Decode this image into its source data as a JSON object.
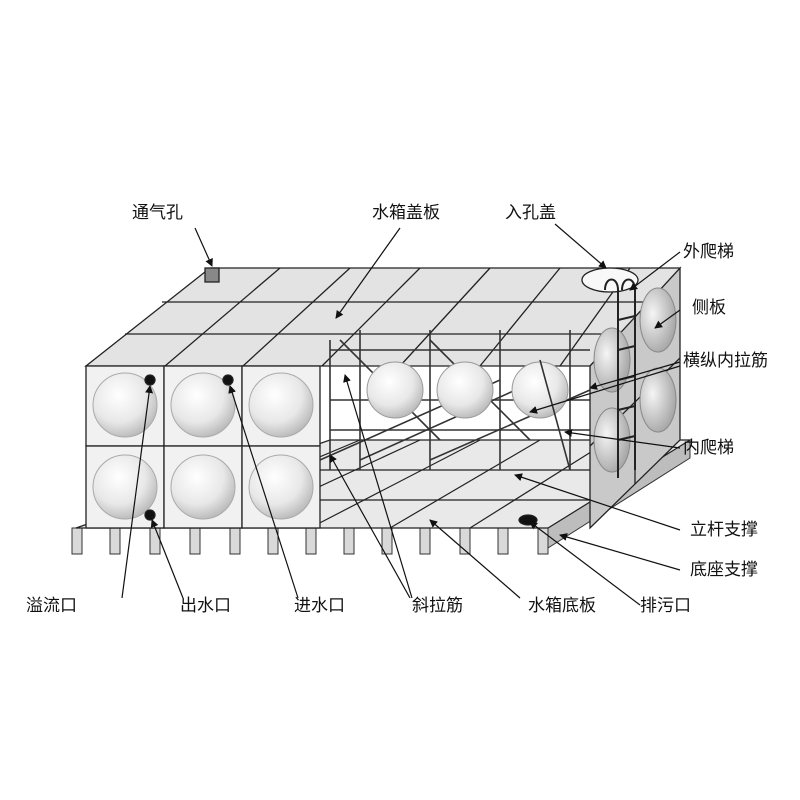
{
  "labels": {
    "vent_hole": "通气孔",
    "tank_cover_plate": "水箱盖板",
    "manhole_cover": "入孔盖",
    "outer_ladder": "外爬梯",
    "side_plate": "侧板",
    "inner_tie_bars": "横纵内拉筋",
    "inner_ladder": "内爬梯",
    "vertical_strut": "立杆支撑",
    "base_support": "底座支撑",
    "overflow_outlet": "溢流口",
    "water_outlet": "出水口",
    "water_inlet": "进水口",
    "diagonal_tie_bars": "斜拉筋",
    "tank_bottom_plate": "水箱底板",
    "drain_outlet": "排污口"
  },
  "colors": {
    "line": "#222222",
    "panel_fill": "#f2f2f2",
    "panel_shade": "#d4d4d4",
    "roof_fill": "#e6e6e6",
    "dark_face": "#9a9a9a",
    "label_text": "#111111"
  }
}
